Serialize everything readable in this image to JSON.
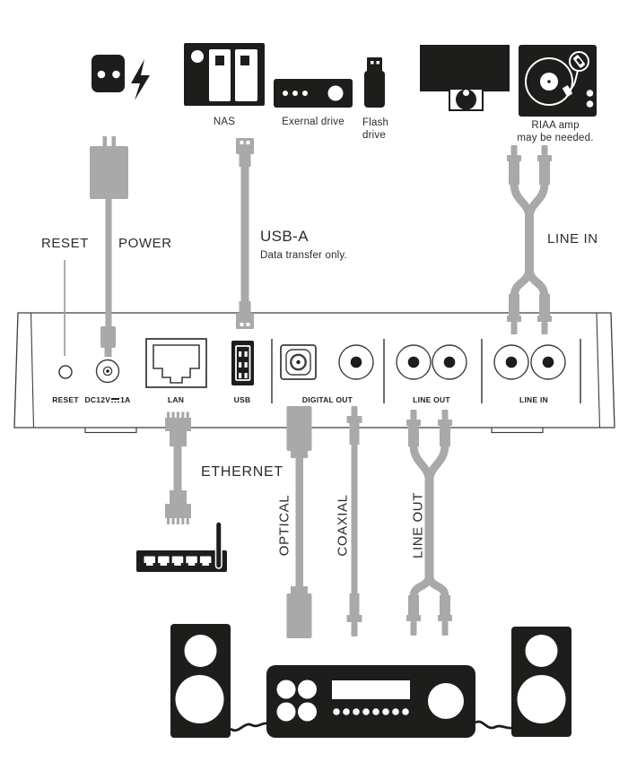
{
  "colors": {
    "ink": "#1d1d1b",
    "cable": "#a9a9a9",
    "panel_stroke": "#3d3d3b",
    "text": "#2b2b29"
  },
  "top_icons": {
    "nas_label": "NAS",
    "external_drive_label": "Exernal drive",
    "flash_line1": "Flash",
    "flash_line2": "drive",
    "riaa_line1": "RIAA amp",
    "riaa_line2": "may be needed."
  },
  "callouts": {
    "reset": "RESET",
    "power": "POWER",
    "usb_title": "USB-A",
    "usb_subtitle": "Data transfer only.",
    "line_in": "LINE IN",
    "ethernet": "ETHERNET",
    "optical": "OPTICAL",
    "coaxial": "COAXIAL",
    "line_out": "LINE OUT"
  },
  "panel_labels": {
    "reset": "RESET",
    "dc_prefix": "DC12V",
    "dc_suffix": "1A",
    "lan": "LAN",
    "usb": "USB",
    "digital_out": "DIGITAL OUT",
    "line_out": "LINE OUT",
    "line_in": "LINE IN"
  },
  "icons": [
    "power-outlet-icon",
    "lightning-icon",
    "nas-icon",
    "external-drive-icon",
    "flash-drive-icon",
    "tv-icon",
    "speaker-icon",
    "turntable-icon",
    "router-icon",
    "amplifier-icon",
    "speaker-left-icon",
    "speaker-right-icon"
  ]
}
